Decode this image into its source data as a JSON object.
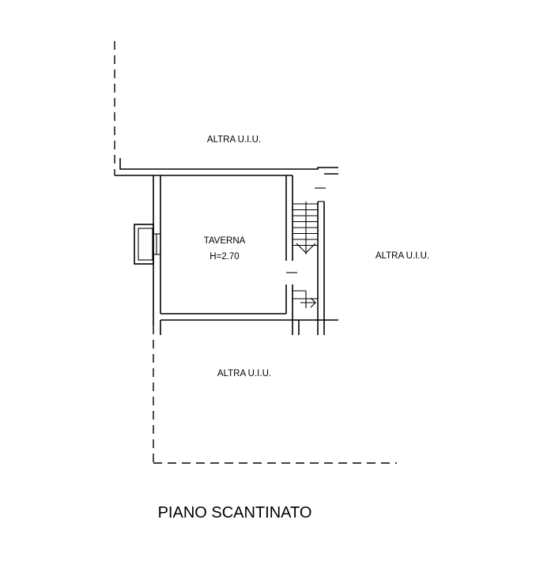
{
  "labels": {
    "unit_top": "ALTRA U.I.U.",
    "unit_right": "ALTRA U.I.U.",
    "unit_bottom": "ALTRA U.I.U.",
    "room_name": "TAVERNA",
    "room_height": "H=2.70"
  },
  "title": "PIANO SCANTINATO",
  "colors": {
    "line": "#000000",
    "background": "#ffffff"
  }
}
